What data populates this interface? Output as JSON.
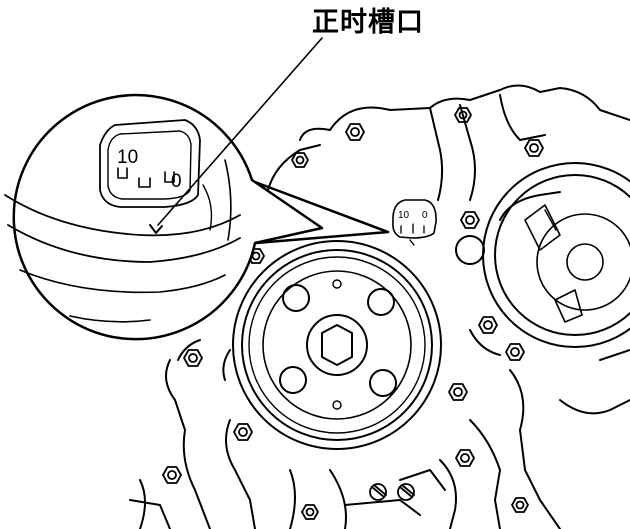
{
  "callout": {
    "label": "正时槽口"
  },
  "timing_scale": {
    "magnified": {
      "left_value": "10",
      "right_value": "0"
    },
    "small": {
      "left_value": "10",
      "right_value": "0"
    }
  },
  "colors": {
    "line": "#000000",
    "background": "#ffffff"
  }
}
